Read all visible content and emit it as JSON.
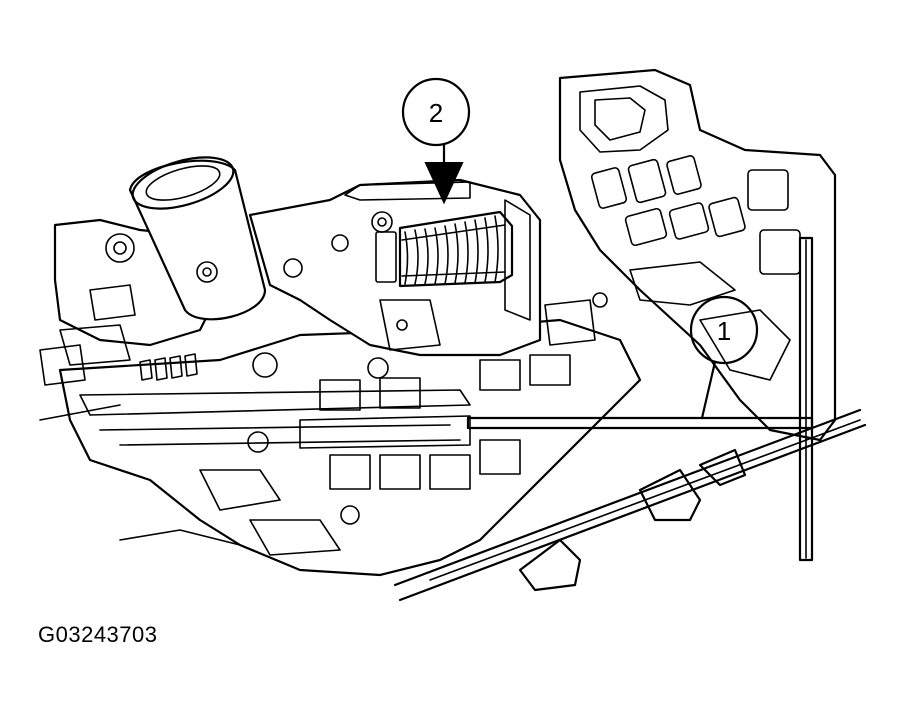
{
  "figure": {
    "id": "G03243703"
  },
  "callouts": [
    {
      "number": "1"
    },
    {
      "number": "2"
    }
  ],
  "colors": {
    "line": "#000000",
    "background": "#ffffff"
  }
}
